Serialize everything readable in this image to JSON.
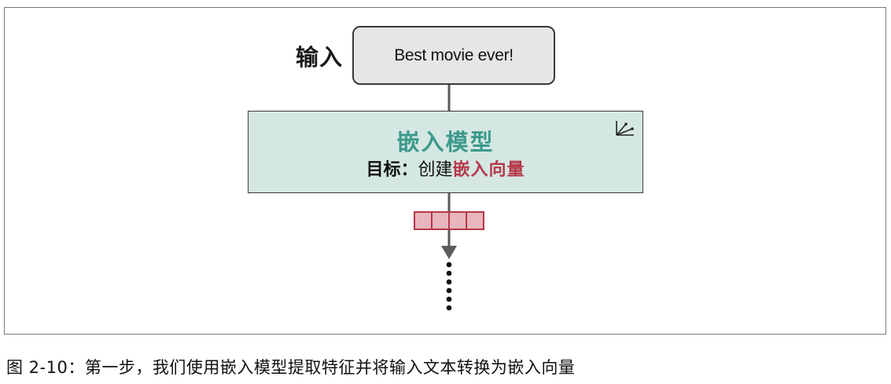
{
  "diagram": {
    "input_label": "输入",
    "input_text": "Best movie ever!",
    "model": {
      "title": "嵌入模型",
      "goal_label": "目标：",
      "goal_text": "创建",
      "goal_emphasis": "嵌入向量",
      "icon": "axes-vectors-icon"
    },
    "vector_cells": 4,
    "continuation_dots": 6
  },
  "caption": "图 2-10：第一步，我们使用嵌入模型提取特征并将输入文本转换为嵌入向量",
  "colors": {
    "model_title": "#3c9a8b",
    "model_fill": "#d5e7e3",
    "emphasis": "#b53848",
    "vector_fill": "#e8b6bd",
    "vector_stroke": "#b53848",
    "input_fill": "#e6e6e6"
  }
}
